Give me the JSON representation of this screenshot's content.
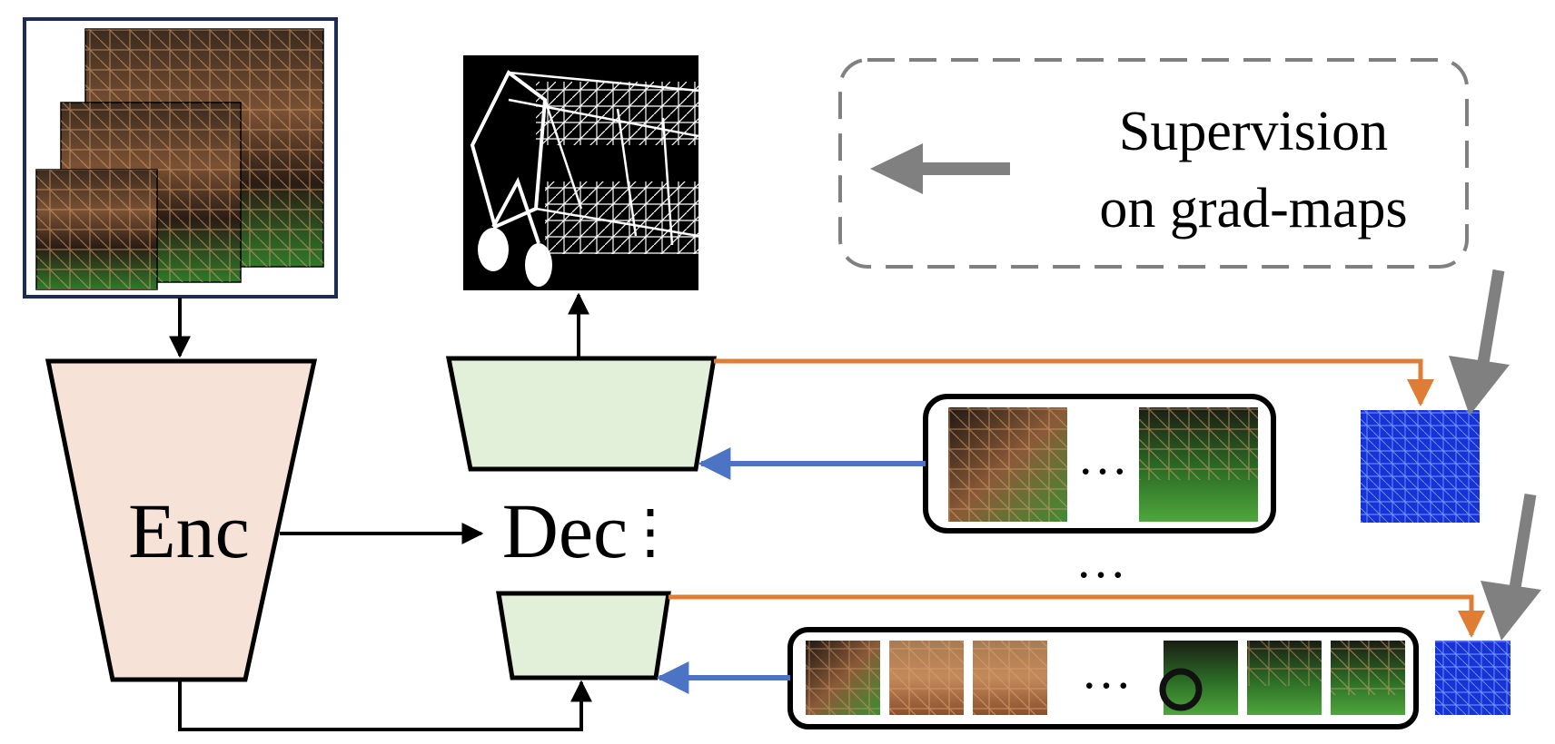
{
  "encoder": {
    "label": "Enc"
  },
  "decoder": {
    "label": "Dec",
    "stack_dots": "⋮"
  },
  "supervision": {
    "line1": "Supervision",
    "line2": "on grad-maps"
  },
  "ellipsis": "…",
  "colors": {
    "encoder_fill": "#f6e2d6",
    "decoder_fill": "#e2f0da",
    "orange_arrow": "#e07d35",
    "blue_arrow": "#4d73c4",
    "gray_arrow": "#808080",
    "frame_navy": "#1c2c52",
    "gradmap_blue": "#1733d8"
  },
  "icons": {
    "input_pyramid": "multi-scale-input-image-stack",
    "edge_map": "white-wireframe-edge-output",
    "patch_strip": "image-patch-sequence",
    "grad_map": "gradient-map-thumbnail"
  }
}
